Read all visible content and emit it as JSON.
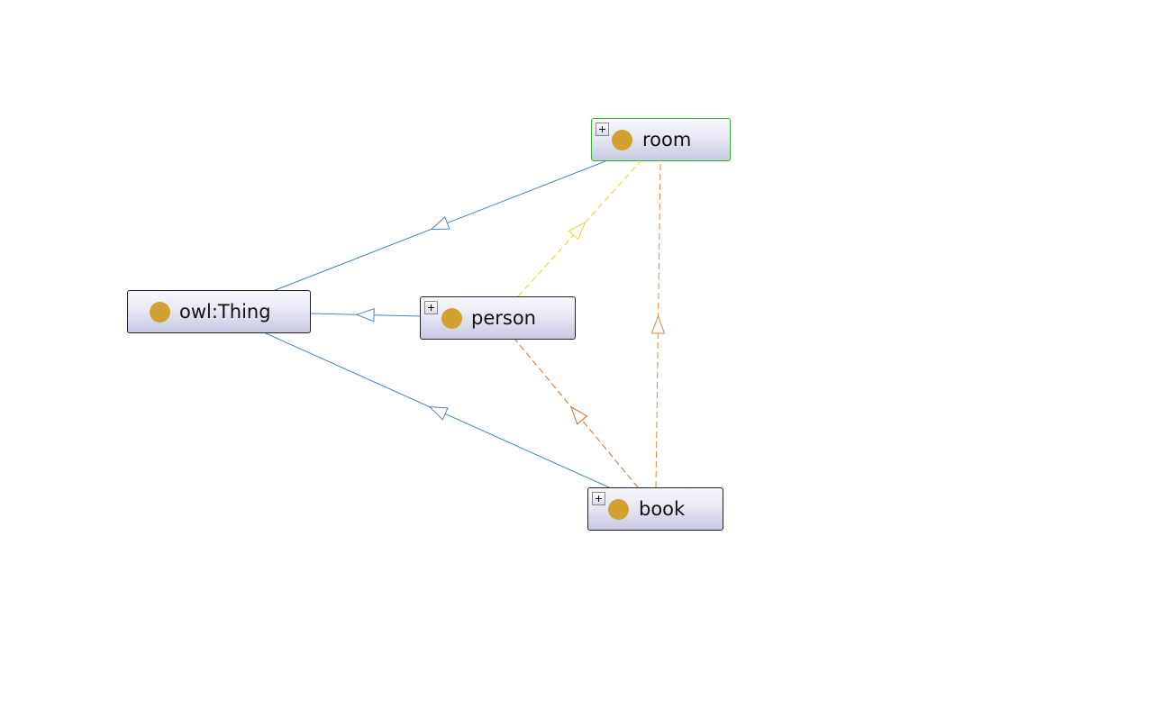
{
  "nodes": [
    {
      "id": "owl-thing",
      "label": "owl:Thing",
      "expandable": false,
      "selected": false
    },
    {
      "id": "person",
      "label": "person",
      "expandable": true,
      "selected": false
    },
    {
      "id": "room",
      "label": "room",
      "expandable": true,
      "selected": true
    },
    {
      "id": "book",
      "label": "book",
      "expandable": true,
      "selected": false
    }
  ],
  "edges": [
    {
      "from": "room",
      "to": "owl-thing",
      "style": "solid",
      "color": "#4a86b8"
    },
    {
      "from": "person",
      "to": "owl-thing",
      "style": "solid",
      "color": "#4a86b8"
    },
    {
      "from": "book",
      "to": "owl-thing",
      "style": "solid",
      "color": "#4a86b8"
    },
    {
      "from": "person",
      "to": "room",
      "style": "dashed",
      "color": "#f0d232"
    },
    {
      "from": "book",
      "to": "room",
      "style": "dashed",
      "color": "#d98a4a"
    },
    {
      "from": "book",
      "to": "person",
      "style": "dashed",
      "color": "#c86e2e"
    }
  ],
  "icons": {
    "class": "class-circle-icon",
    "expand": "expand-plus-icon"
  },
  "colors": {
    "class_icon": "#d2a230",
    "selected_border": "#2fb52f",
    "node_border": "#222222"
  }
}
